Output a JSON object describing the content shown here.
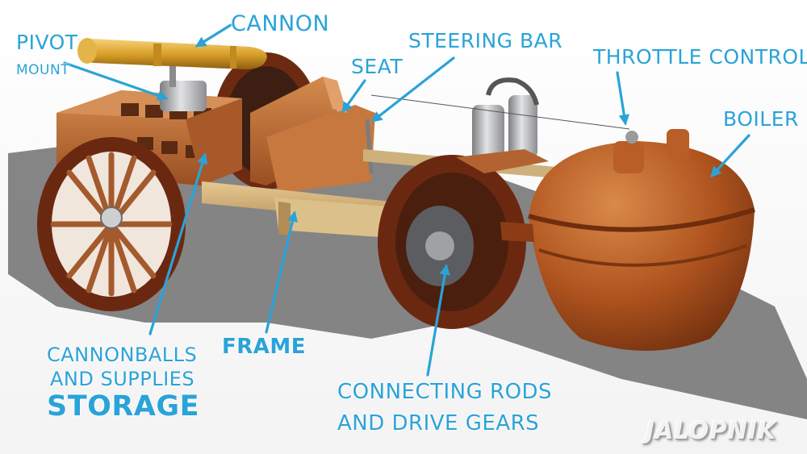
{
  "labels": {
    "cannon": "CANNON",
    "pivot_line1": "PIVOT",
    "pivot_line2": "MOUNT",
    "seat": "SEAT",
    "steering_bar": "STEERING BAR",
    "throttle_control": "THROTTLE CONTROL",
    "boiler": "BOILER",
    "frame": "FRAME",
    "storage_line1": "CANNONBALLS",
    "storage_line2": "AND SUPPLIES",
    "storage_line3": "STORAGE",
    "rods_line1": "CONNECTING RODS",
    "rods_line2": "AND DRIVE GEARS"
  },
  "watermark": "JALOPNIK",
  "colors": {
    "label": "#2aa3d8",
    "arrow": "#2aa3d8",
    "wood": "#b8692f",
    "frame_wood": "#d2b078",
    "boiler_copper": "#b0541f",
    "cannon_brass": "#d9a02a",
    "metal": "#bfc0c2",
    "shadow": "#707070"
  }
}
